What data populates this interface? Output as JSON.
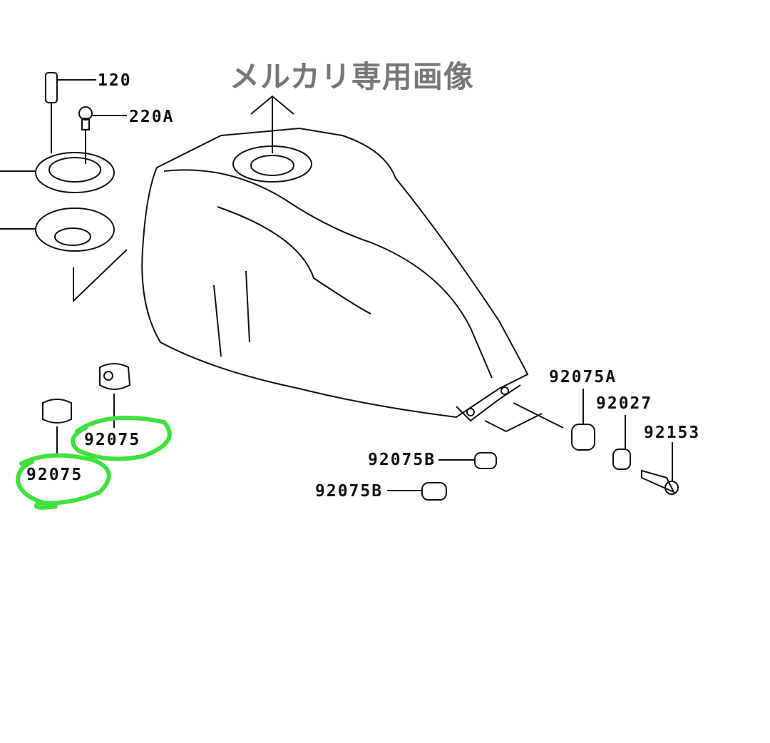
{
  "watermark": "メルカリ専用画像",
  "labels": {
    "p120": "120",
    "p220a": "220A",
    "p92075_a": "92075",
    "p92075_b": "92075",
    "p92075b_1": "92075B",
    "p92075b_2": "92075B",
    "p92075a": "92075A",
    "p92027": "92027",
    "p92153": "92153"
  },
  "colors": {
    "highlight": "#3de23d",
    "line": "#111111",
    "watermark": "#777777"
  }
}
